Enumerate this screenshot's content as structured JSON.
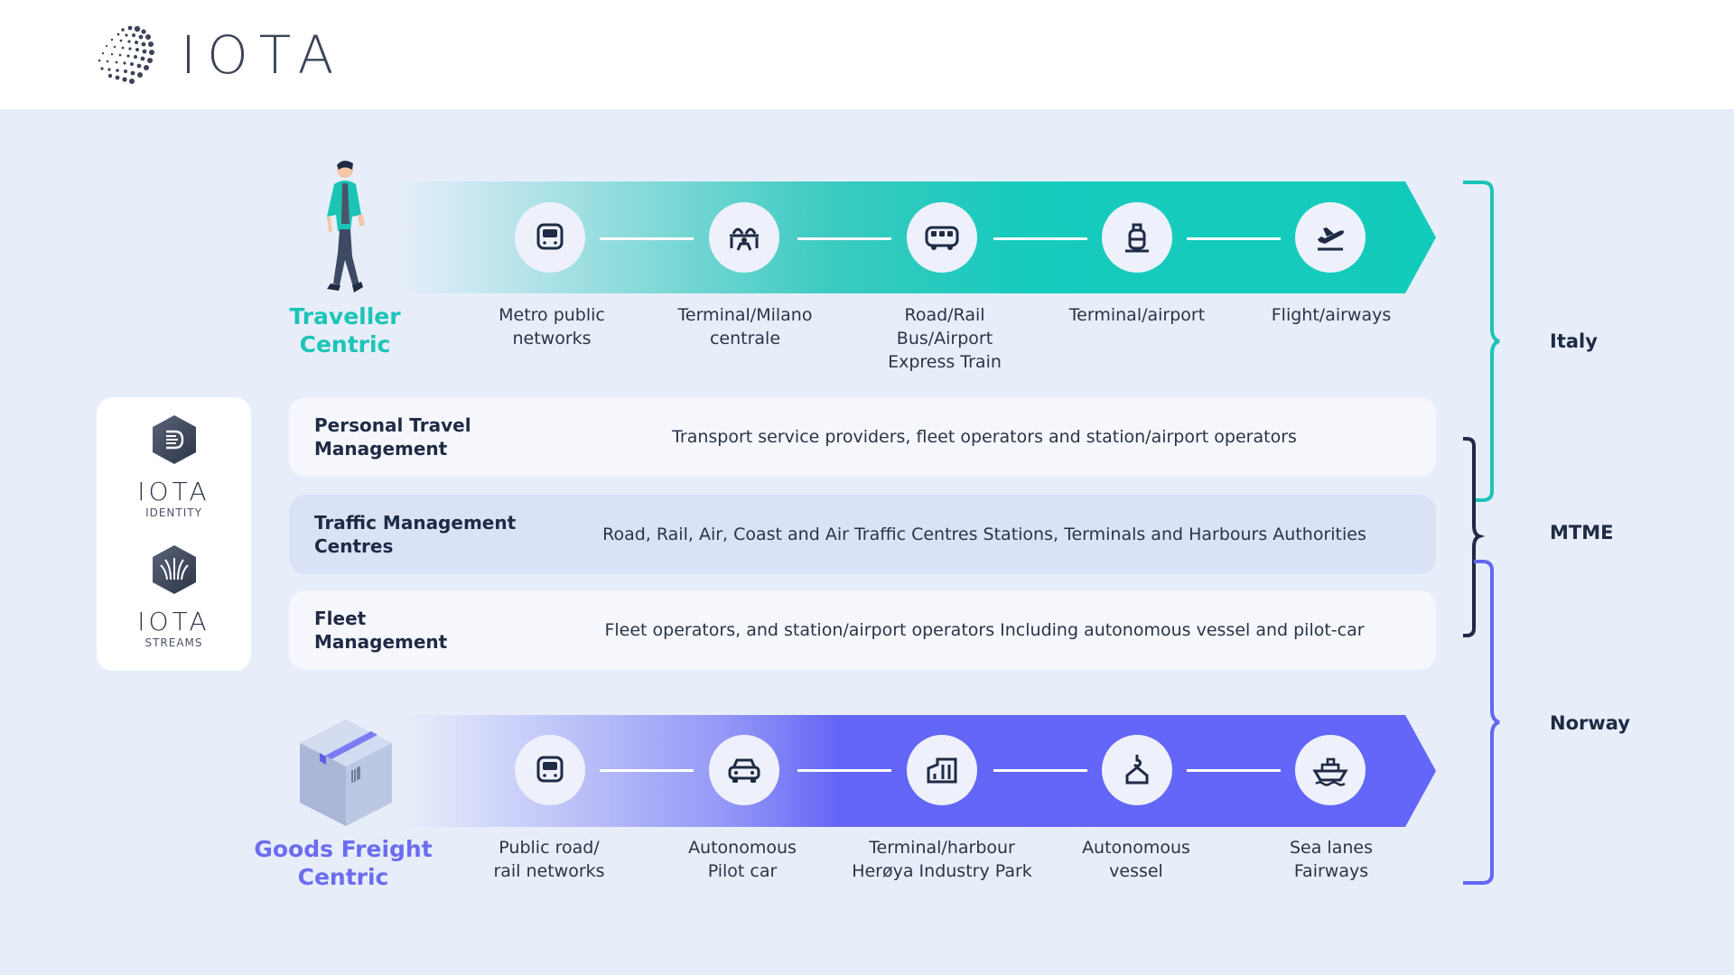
{
  "brand": {
    "name": "IOTA",
    "colors": {
      "teal": "#1cc4b6",
      "violet": "#6366f1",
      "navy": "#1f2a44",
      "background": "#e7eefa"
    }
  },
  "traveller": {
    "title_line1": "Traveller",
    "title_line2": "Centric",
    "stops": [
      {
        "icon": "metro-icon",
        "label_line1": "Metro public",
        "label_line2": "networks",
        "label_line3": ""
      },
      {
        "icon": "terminal-station-icon",
        "label_line1": "Terminal/Milano",
        "label_line2": "centrale",
        "label_line3": ""
      },
      {
        "icon": "bus-icon",
        "label_line1": "Road/Rail",
        "label_line2": "Bus/Airport",
        "label_line3": "Express Train"
      },
      {
        "icon": "luggage-icon",
        "label_line1": "Terminal/airport",
        "label_line2": "",
        "label_line3": ""
      },
      {
        "icon": "airplane-departure-icon",
        "label_line1": "Flight/airways",
        "label_line2": "",
        "label_line3": ""
      }
    ]
  },
  "goods": {
    "title_line1": "Goods Freight",
    "title_line2": "Centric",
    "stops": [
      {
        "icon": "train-icon",
        "label_line1": "Public road/",
        "label_line2": "rail networks"
      },
      {
        "icon": "car-icon",
        "label_line1": "Autonomous",
        "label_line2": "Pilot car"
      },
      {
        "icon": "factory-icon",
        "label_line1": "Terminal/harbour",
        "label_line2": "Herøya Industry Park"
      },
      {
        "icon": "crane-hook-icon",
        "label_line1": "Autonomous",
        "label_line2": "vessel"
      },
      {
        "icon": "ship-icon",
        "label_line1": "Sea lanes",
        "label_line2": "Fairways"
      }
    ]
  },
  "cards": [
    {
      "title_line1": "Personal Travel",
      "title_line2": "Management",
      "text": "Transport service providers, fleet operators and station/airport operators"
    },
    {
      "title_line1": "Traffic Management",
      "title_line2": "Centres",
      "text": "Road, Rail, Air, Coast and Air Traffic Centres Stations, Terminals and Harbours Authorities"
    },
    {
      "title_line1": "Fleet",
      "title_line2": "Management",
      "text": "Fleet operators, and station/airport operators Including autonomous vessel and pilot-car"
    }
  ],
  "badges": [
    {
      "word": "IOTA",
      "sub": "IDENTITY"
    },
    {
      "word": "IOTA",
      "sub": "STREAMS"
    }
  ],
  "regions": {
    "italy": "Italy",
    "mtme": "MTME",
    "norway": "Norway"
  }
}
